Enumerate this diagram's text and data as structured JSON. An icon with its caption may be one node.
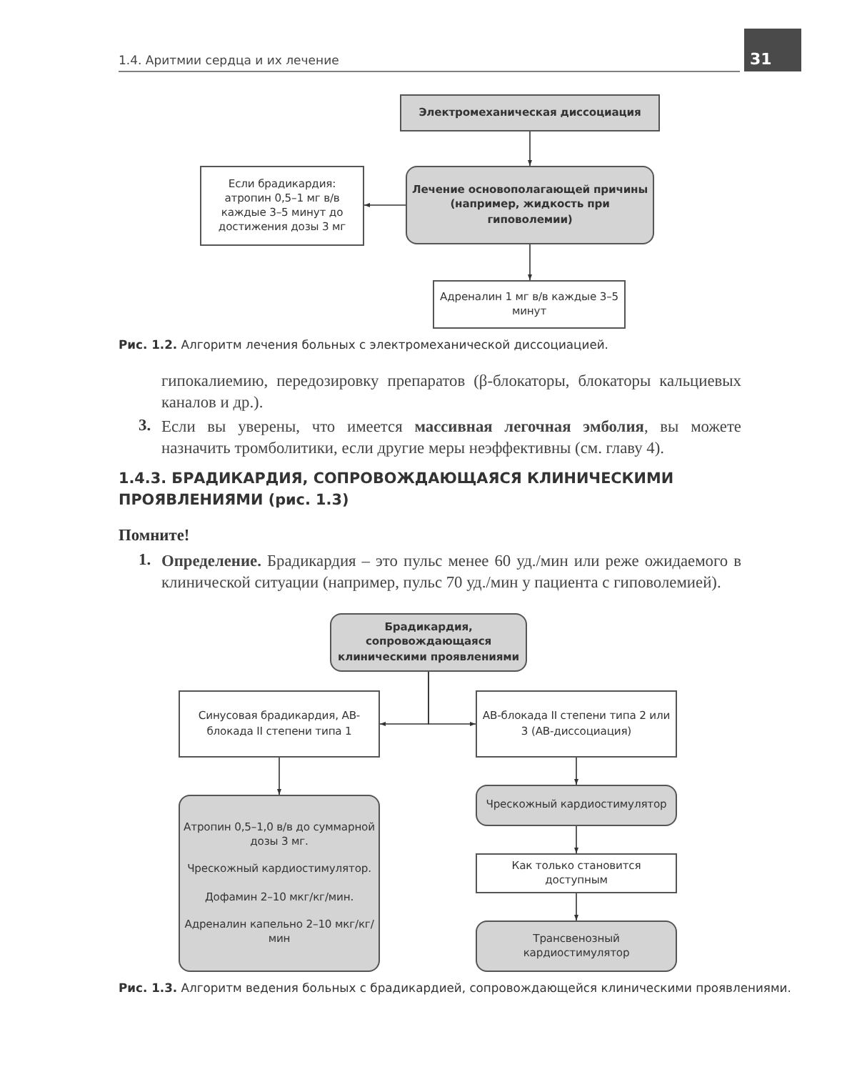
{
  "diagram": {
    "nodes": [
      {
        "text": [
          "Электромеханическая диссоциация"
        ]
      },
      {
        "text": [
          "Если брадикардия: атропин 0,5–1 мг в/в каждые 3–5 минут до достижения дозы 3 мг"
        ]
      },
      {
        "text": [
          "Лечение основополагающей причины (например, жидкость при гиповолемии)"
        ]
      },
      {
        "text": [
          "Адреналин 1 мг в/в каждые 3–5 минут"
        ]
      },
      {
        "text": [
          "Брадикардия, сопровождающаяся клиническими проявлениями"
        ]
      },
      {
        "text": [
          "Синусовая брадикардия, АВ-блокада II степени типа 1"
        ]
      },
      {
        "text": [
          "АВ-блокада II степени типа 2 или 3 (АВ-диссоциация)"
        ]
      },
      {
        "text": [
          "Атропин 0,5–1,0 в/в до суммарной дозы 3 мг.",
          "Чрескожный кардиостимулятор.",
          "Дофамин 2–10 мкг/кг/мин.",
          "Адреналин капельно 2–10 мкг/кг/мин"
        ]
      },
      {
        "text": [
          "Чрескожный кардиостимулятор"
        ]
      },
      {
        "text": [
          "Как только становится доступным"
        ]
      },
      {
        "text": [
          "Трансвенозный кардиостимулятор"
        ]
      }
    ],
    "edges": [
      {
        "from": 0,
        "to": 2,
        "arrow": "to"
      },
      {
        "from": 2,
        "to": 1,
        "arrow": "to"
      },
      {
        "from": 2,
        "to": 3,
        "arrow": "to"
      },
      {
        "from": 4,
        "to": 5,
        "arrow": "to"
      },
      {
        "from": 4,
        "to": 6,
        "arrow": "to"
      },
      {
        "from": 5,
        "to": 7,
        "arrow": "to"
      },
      {
        "from": 6,
        "to": 8,
        "arrow": "to"
      },
      {
        "from": 8,
        "to": 9,
        "arrow": "to"
      },
      {
        "from": 9,
        "to": 10,
        "arrow": "to"
      }
    ],
    "labels": [
      "1.4. Аритмии сердца и их лечение",
      "31",
      "**Рис. 1.2.** Алгоритм лечения больных с электромеханической диссоциацией.",
      "гипокалиемию, передозировку препаратов (β-блокаторы, блокаторы кальциевых каналов и др.).",
      "3.",
      "Если вы уверены, что имеется **массивная легочная эмболия**, вы можете назначить тромболитики, если другие меры неэффективны (см. главу 4).",
      "1.4.3. БРАДИКАРДИЯ, СОПРОВОЖДАЮЩАЯСЯ КЛИНИЧЕСКИМИ ПРОЯВЛЕНИЯМИ (рис. 1.3)",
      "Помните!",
      "1.",
      "**Определение.** Брадикардия – это пульс менее 60 уд./мин или реже ожидаемого в клинической ситуации (например, пульс 70 уд./мин у пациента с гиповолемией).",
      "**Рис. 1.3.** Алгоритм ведения больных с брадикардией, сопровождающейся клиническими проявлениями."
    ]
  }
}
